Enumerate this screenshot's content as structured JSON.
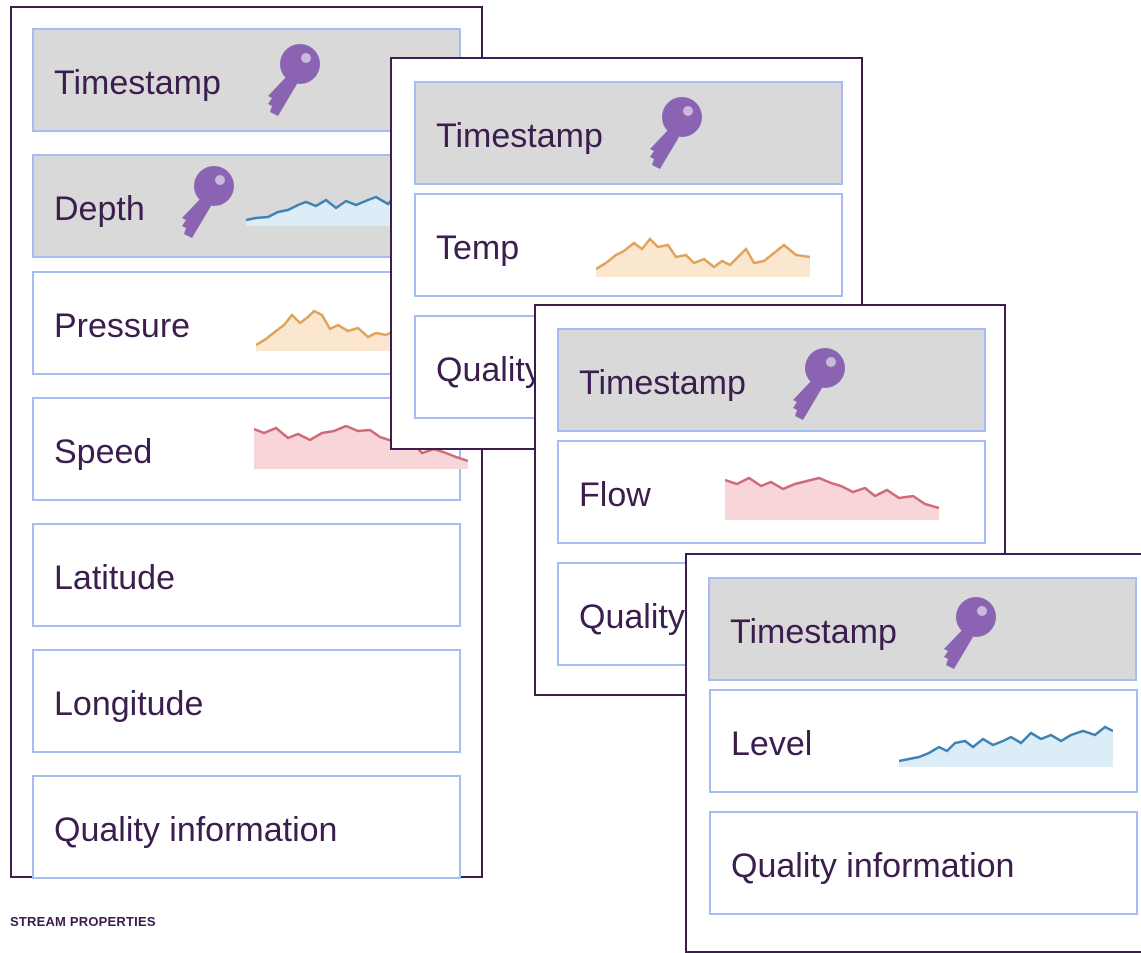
{
  "caption": "STREAM PROPERTIES",
  "colors": {
    "card_border": "#3b1d4e",
    "row_border": "#a4bdf5",
    "key_row_fill": "#d9d9d9",
    "key_icon": "#8a63b3",
    "text": "#3b1d4e"
  },
  "sparkline_colors": {
    "blue": {
      "line": "#3f83b5",
      "fill": "#dcedf8"
    },
    "orange": {
      "line": "#e0a35a",
      "fill": "#fbe6cf"
    },
    "red": {
      "line": "#cf6a78",
      "fill": "#f8d5d9"
    }
  },
  "cards": [
    {
      "rows": [
        {
          "label": "Timestamp",
          "key": true
        },
        {
          "label": "Depth",
          "key": true,
          "sparkline": "blue"
        },
        {
          "label": "Pressure",
          "sparkline": "orange"
        },
        {
          "label": "Speed",
          "sparkline": "red"
        },
        {
          "label": "Latitude"
        },
        {
          "label": "Longitude"
        },
        {
          "label": "Quality information"
        }
      ]
    },
    {
      "rows": [
        {
          "label": "Timestamp",
          "key": true
        },
        {
          "label": "Temp",
          "sparkline": "orange"
        },
        {
          "label": "Quality information"
        }
      ]
    },
    {
      "rows": [
        {
          "label": "Timestamp",
          "key": true
        },
        {
          "label": "Flow",
          "sparkline": "red"
        },
        {
          "label": "Quality information"
        }
      ]
    },
    {
      "rows": [
        {
          "label": "Timestamp",
          "key": true
        },
        {
          "label": "Level",
          "sparkline": "blue"
        },
        {
          "label": "Quality information"
        }
      ]
    }
  ]
}
